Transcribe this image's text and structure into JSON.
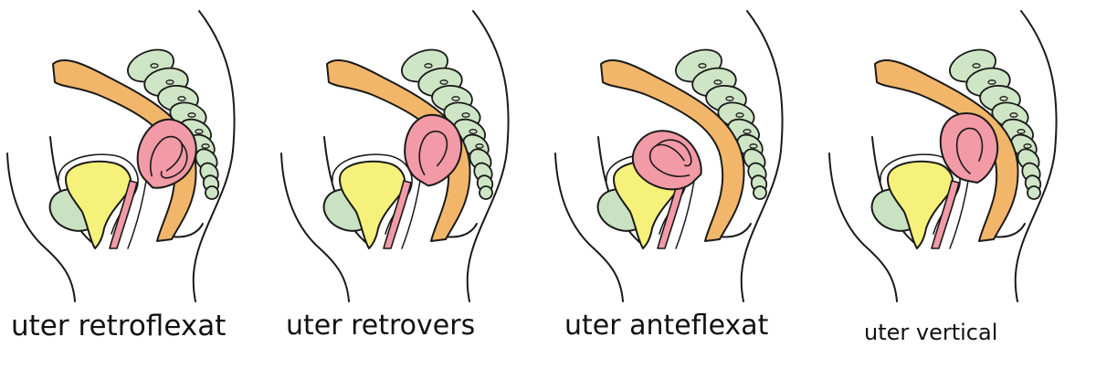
{
  "colors": {
    "outline": "#1a1a1a",
    "rectum": "#f2b66a",
    "spine": "#cfe6c6",
    "uterus": "#f29aa6",
    "bladder": "#f5f17a",
    "pubic_bone": "#c9e2c1"
  },
  "panels": [
    {
      "caption": "uter retroflexat",
      "uterus_angle": 35,
      "fundus_curl": true
    },
    {
      "caption": "uter retrovers",
      "uterus_angle": 20,
      "fundus_curl": false
    },
    {
      "caption": "uter anteflexat",
      "uterus_angle": -55,
      "fundus_curl": true
    },
    {
      "caption": "uter vertical",
      "uterus_angle": 0,
      "fundus_curl": false
    }
  ]
}
